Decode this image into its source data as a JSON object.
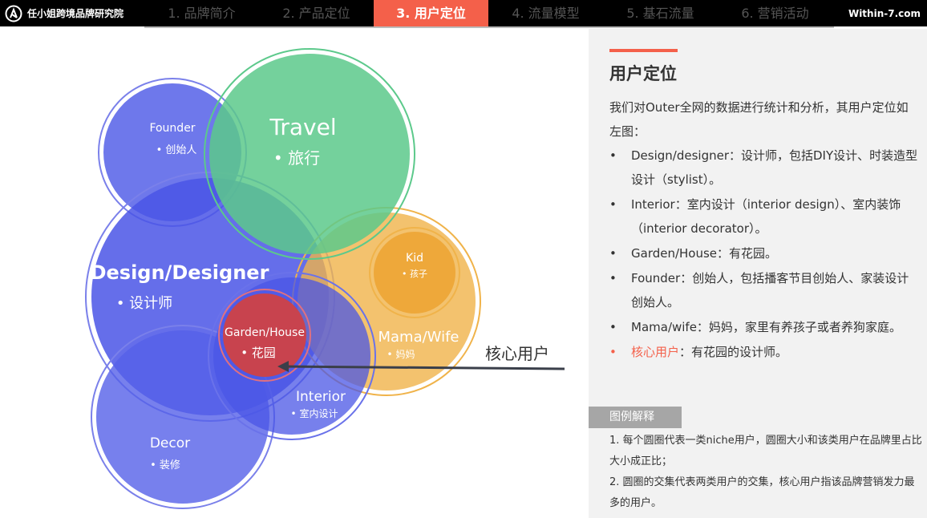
{
  "header": {
    "brand": "任小姐跨境品牌研究院",
    "site": "Within-7.com",
    "tabs": [
      {
        "label": "1. 品牌简介"
      },
      {
        "label": "2. 产品定位"
      },
      {
        "label": "3. 用户定位"
      },
      {
        "label": "4. 流量模型"
      },
      {
        "label": "5. 基石流量"
      },
      {
        "label": "6. 营销活动"
      }
    ],
    "active_tab": 2
  },
  "diagram": {
    "founder": {
      "en": "Founder",
      "cn": "• 创始人"
    },
    "travel": {
      "en": "Travel",
      "cn": "• 旅行"
    },
    "design": {
      "en": "Design/Designer",
      "cn": "• 设计师"
    },
    "kid": {
      "en": "Kid",
      "cn": "• 孩子"
    },
    "mama": {
      "en": "Mama/Wife",
      "cn": "• 妈妈"
    },
    "garden": {
      "en": "Garden/House",
      "cn": "• 花园"
    },
    "interior": {
      "en": "Interior",
      "cn": "• 室内设计"
    },
    "decor": {
      "en": "Decor",
      "cn": "• 装修"
    },
    "core_label": "核心用户",
    "colors": {
      "blue": "#5560e8",
      "green": "#5cc98b",
      "orange": "#f0b34a",
      "red": "#c8434e"
    }
  },
  "panel": {
    "title": "用户定位",
    "intro": "我们对Outer全网的数据进行统计和分析，其用户定位如左图：",
    "items": [
      {
        "text": "Design/designer：设计师，包括DIY设计、时装造型设计（stylist）。"
      },
      {
        "text": "Interior：室内设计（interior design）、室内装饰（interior decorator）。"
      },
      {
        "text": "Garden/House：有花园。"
      },
      {
        "text": "Founder：创始人，包括播客节目创始人、家装设计创始人。"
      },
      {
        "text": "Mama/wife：妈妈，家里有养孩子或者养狗家庭。"
      }
    ],
    "core": {
      "label": "核心用户",
      "text": "：有花园的设计师。"
    },
    "legend_title": "图例解释",
    "legend": [
      "1. 每个圆圈代表一类niche用户，圆圈大小和该类用户在品牌里占比大小成正比；",
      "2. 圆圈的交集代表两类用户的交集，核心用户指该品牌营销发力最多的用户。"
    ]
  }
}
